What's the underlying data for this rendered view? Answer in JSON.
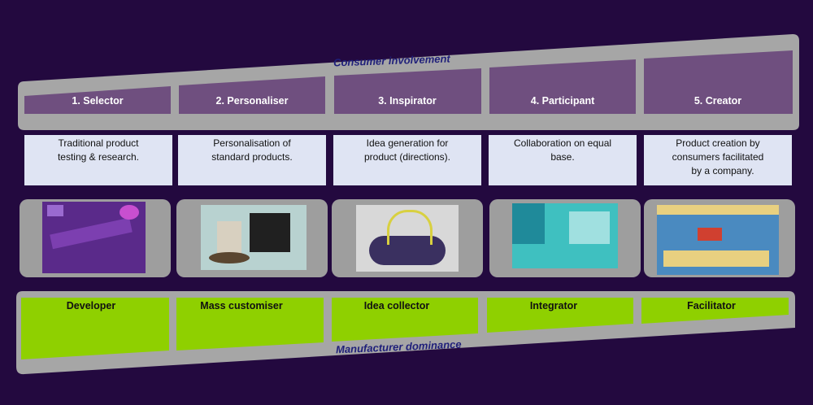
{
  "diagram": {
    "top_band_label": "Consumer involvement",
    "bottom_band_label": "Manufacturer dominance",
    "stages": [
      {
        "role": "1. Selector",
        "description_lines": [
          "Traditional product",
          "testing & research."
        ],
        "manufacturer_role": "Developer",
        "photo_colors": [
          "#5a2a8a",
          "#7c3fb0",
          "#c84fd0"
        ]
      },
      {
        "role": "2. Personaliser",
        "description_lines": [
          "Personalisation of",
          "standard products."
        ],
        "manufacturer_role": "Mass customiser",
        "photo_colors": [
          "#b8d2d0",
          "#202020",
          "#d8d0c0"
        ]
      },
      {
        "role": "3. Inspirator",
        "description_lines": [
          "Idea generation for",
          "product (directions)."
        ],
        "manufacturer_role": "Idea collector",
        "photo_colors": [
          "#d8d8d8",
          "#3a3060",
          "#d8d040"
        ]
      },
      {
        "role": "4. Participant",
        "description_lines": [
          "Collaboration on equal",
          "base."
        ],
        "manufacturer_role": "Integrator",
        "photo_colors": [
          "#3fc0c0",
          "#1f8a9a",
          "#a0e0e0"
        ]
      },
      {
        "role": "5. Creator",
        "description_lines": [
          "Product creation by",
          "consumers facilitated",
          "by a company."
        ],
        "manufacturer_role": "Facilitator",
        "photo_colors": [
          "#4a8ac0",
          "#e8d080",
          "#d04030"
        ]
      }
    ],
    "colors": {
      "background": "#23093f",
      "band_grey": "#a6a6a6",
      "purple_tab": "#6f4f7f",
      "description_box": "#dfe4f3",
      "green_tab": "#8fd000",
      "label_navy": "#1f1f7a"
    }
  }
}
